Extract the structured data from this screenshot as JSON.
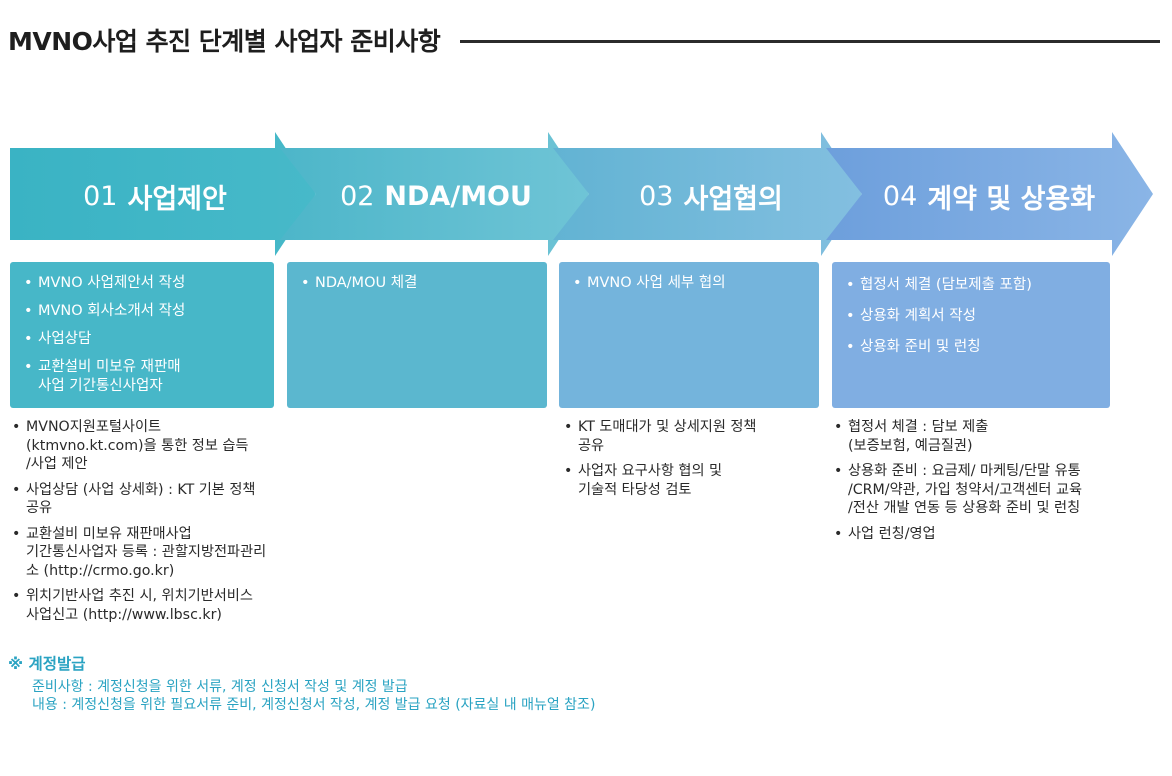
{
  "title": "MVNO사업 추진 단계별 사업자 준비사항",
  "stages": [
    {
      "num": "01",
      "name": "사업제안",
      "items": [
        "MVNO 사업제안서 작성",
        "MVNO 회사소개서 작성",
        "사업상담",
        "교환설비 미보유 재판매\n사업 기간통신사업자"
      ],
      "notes": [
        "MVNO지원포털사이트\n(ktmvno.kt.com)을 통한 정보 습득\n/사업 제안",
        "사업상담 (사업 상세화) : KT 기본 정책\n공유",
        "교환설비 미보유 재판매사업\n기간통신사업자 등록 : 관할지방전파관리\n소 (http://crmo.go.kr)",
        "위치기반사업 추진 시, 위치기반서비스\n사업신고 (http://www.lbsc.kr)"
      ]
    },
    {
      "num": "02",
      "name": "NDA/MOU",
      "items": [
        "NDA/MOU 체결"
      ],
      "notes": []
    },
    {
      "num": "03",
      "name": "사업협의",
      "items": [
        "MVNO 사업 세부 협의"
      ],
      "notes": [
        "KT 도매대가 및 상세지원 정책\n공유",
        "사업자 요구사항 협의 및\n기술적 타당성 검토"
      ]
    },
    {
      "num": "04",
      "name": "계약 및 상용화",
      "items": [
        "협정서 체결 (담보제출 포함)",
        "상용화 계획서 작성",
        "상용화 준비 및 런칭"
      ],
      "notes": [
        "협정서 체결 : 담보 제출\n(보증보험, 예금질권)",
        "상용화 준비 : 요금제/ 마케팅/단말 유통\n/CRM/약관, 가입 청약서/고객센터 교육\n/전산 개발 연동 등 상용화 준비 및 런칭",
        "사업 런칭/영업"
      ]
    }
  ],
  "footnote": {
    "title": "※ 계정발급",
    "lines": [
      "준비사항 : 계정신청을 위한 서류, 계정 신청서 작성 및 계정 발급",
      "내용 : 계정신청을 위한 필요서류 준비, 계정신청서 작성, 계정 발급 요청 (자료실 내 매뉴얼 참조)"
    ]
  },
  "colors": {
    "arrow_1": "#3db5c6",
    "arrow_2": "#58bccf",
    "arrow_3": "#6cb7d8",
    "arrow_4": "#79a7e0",
    "box_1": "#47b7c8",
    "box_2": "#5bb7cf",
    "box_3": "#74b4dc",
    "box_4": "#80aee2",
    "footnote": "#2aa3c2"
  }
}
